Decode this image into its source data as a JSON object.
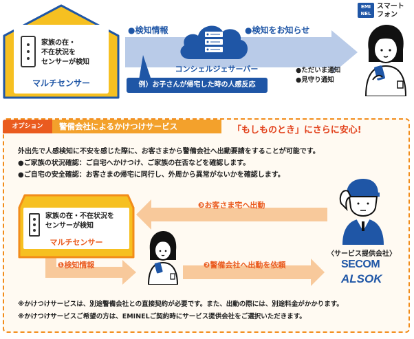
{
  "top": {
    "sensor_text": [
      "家族の在・",
      "不在状況を",
      "センサーが検知"
    ],
    "sensor_label": "マルチセンサー",
    "detect_info": "●検知情報",
    "notify_label": "●検知をお知らせ",
    "concierge_server": "コンシェルジェサーバー",
    "example": "例）お子さんが帰宅した時の人感反応",
    "eminel_badge": [
      "EMI",
      "NEL"
    ],
    "smartphone": [
      "スマート",
      "フォン"
    ],
    "notifications": [
      "●ただいま通知",
      "●見守り通知"
    ]
  },
  "option": {
    "tag": "オプション",
    "title": "警備会社によるかけつけサービス",
    "catch": "「もしものとき」にさらに安心!",
    "description": "外出先で人感検知に不安を感じた際に、お客さまから警備会社へ出動要請をすることが可能です。",
    "bullets": [
      "●ご家族の状況確認：ご自宅へかけつけ、ご家族の在否などを確認します。",
      "●ご自宅の安全確認：お客さまの帰宅に同行し、外周から異常がないかを確認します。"
    ],
    "sensor_text": [
      "家族の在・不在状況を",
      "センサーが検知"
    ],
    "sensor_label": "マルチセンサー",
    "step1": "❶検知情報",
    "step2": "❷警備会社へ出動を依頼",
    "step3": "❸お客さま宅へ出動",
    "provider": "〈サービス提供会社〉",
    "secom": "SECOM",
    "alsok": "ALSOK",
    "footnotes": [
      "※かけつけサービスは、別途警備会社との直接契約が必要です。また、出動の際には、別途料金がかかります。",
      "※かけつけサービスご希望の方は、EMINELご契約時にサービス提供会社をご選択いただきます。"
    ]
  },
  "colors": {
    "blue": "#1f56a6",
    "light_blue": "#b9cbe8",
    "yellow": "#f6c021",
    "orange": "#f28c1a",
    "light_orange": "#f8c99b",
    "red": "#e2421c"
  }
}
